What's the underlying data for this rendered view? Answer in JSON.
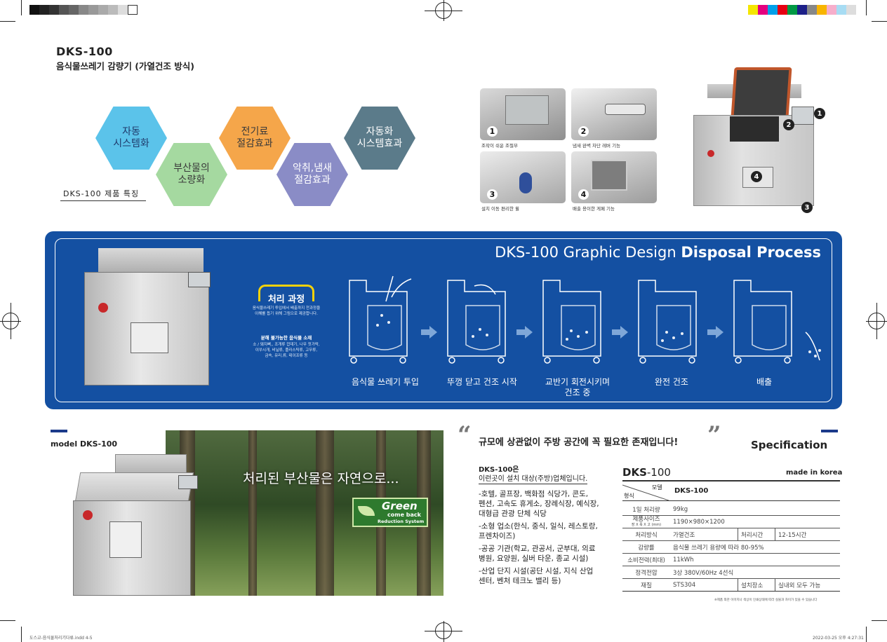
{
  "header": {
    "model": "DKS-100",
    "subtitle": "음식물쓰레기 감량기 (가열건조 방식)"
  },
  "features": {
    "label": "DKS-100 제품 특징",
    "items": [
      {
        "text": "자동\n시스템화",
        "color": "#5bc3ea"
      },
      {
        "text": "부산물의\n소량화",
        "color": "#a5d9a0"
      },
      {
        "text": "전기료\n절감효과",
        "color": "#f5a64a"
      },
      {
        "text": "악취,냄새\n절감효과",
        "color": "#8a8cc6"
      },
      {
        "text": "자동화\n시스템효과",
        "color": "#5b7b8a"
      }
    ]
  },
  "photos": [
    {
      "num": "1",
      "caption": "조작이 쉬운 조절부"
    },
    {
      "num": "2",
      "caption": "냄새 완벽 차단 레버 기능"
    },
    {
      "num": "3",
      "caption": "설치 이동 편리한 휠"
    },
    {
      "num": "4",
      "caption": "배출 용이한 게페 기능"
    }
  ],
  "machine_markers": [
    "1",
    "2",
    "3",
    "4"
  ],
  "process": {
    "heading_light": "DKS-100 Graphic Design",
    "heading_bold": "Disposal Process",
    "badge": "처리 과정",
    "intro": "음식물쓰레기 투입에서 배출까지 전과정을\n이해를 돕기 위해 그림으로 제공합니다.",
    "unsuitable_title": "분해 불가능한 음식물 소재",
    "unsuitable_items": "소 / 돼지뼈,, 조개류 껍데기, 나무 젓가락,\n이쑤시개, 비닐류, 플라스틱류, 고무류,\n금속, 유리,류, 테이프류 등",
    "steps": [
      "음식물 쓰레기 투입",
      "뚜껑 닫고 건조 시작",
      "교반기 회전시키며\n건조 중",
      "완전 건조",
      "배출"
    ]
  },
  "model_section": {
    "label": "model DKS-100",
    "slogan": "처리된 부산물은 자연으로...",
    "green_badge": {
      "big": "Green",
      "mid": "come back",
      "small": "Reduction System"
    }
  },
  "quote": {
    "open_mark": "“",
    "text": "규모에 상관없이 주방 공간에 꼭 필요한 존재입니다!",
    "close_mark": "”"
  },
  "targets": {
    "line1": "DKS-100은",
    "line2": "이런곳이 설치 대상(주방)업체입니다.",
    "items": [
      "-호텔, 골프장, 백화점 식당가, 콘도,\n 펜션, 고속도 휴게소,  장례식장, 예식장,\n 대형급 관광 단체 식당",
      "-소형 업소(한식, 중식, 일식, 레스토랑,\n 프렌차이즈)",
      "-공공 기관(학교, 관공서, 군부대, 의료\n 병원, 요양원, 실버 타운, 종교 시설)",
      "-산업 단지 시설(공단 시설, 지식 산업\n 센터, 벤처 테크노 밸리 등)"
    ]
  },
  "spec": {
    "title": "Specification",
    "model_bold": "DKS",
    "model_rest": "-100",
    "made": "made in korea",
    "diag_top": "모델",
    "diag_bottom": "형식",
    "model_value": "DKS-100",
    "rows": [
      {
        "label": "1일 처리량",
        "value": "99kg"
      },
      {
        "label": "제품사이즈",
        "sub": "장 X 폭 X 고 (mm)",
        "value": "1190×980×1200"
      },
      {
        "label": "처리방식",
        "value": "가열건조",
        "label2": "처리시간",
        "value2": "12-15시간"
      },
      {
        "label": "감량률",
        "value": "음식물 쓰레기 용량에 따라 80-95%"
      },
      {
        "label": "소비전력(최대)",
        "value": "11kWh"
      },
      {
        "label": "정격전압",
        "value": "3상 380V/60Hz 4선식"
      },
      {
        "label": "재질",
        "value": "STS304",
        "label2": "설치장소",
        "value2": "실내외 모두 가능"
      }
    ],
    "footnote": "※제품 외관 이미지나 색상이 인쇄상태에 따라 실물과 차이가 있을 수 있습니다"
  },
  "footer": {
    "file": "도스교-음식물처리기다류.indd  4-5",
    "date": "2022-03-25  오후 4:27:31"
  },
  "colors": {
    "panel_blue": "#1450a2",
    "badge_yellow": "#f5d20a",
    "dark_navy": "#1b3a6b"
  }
}
